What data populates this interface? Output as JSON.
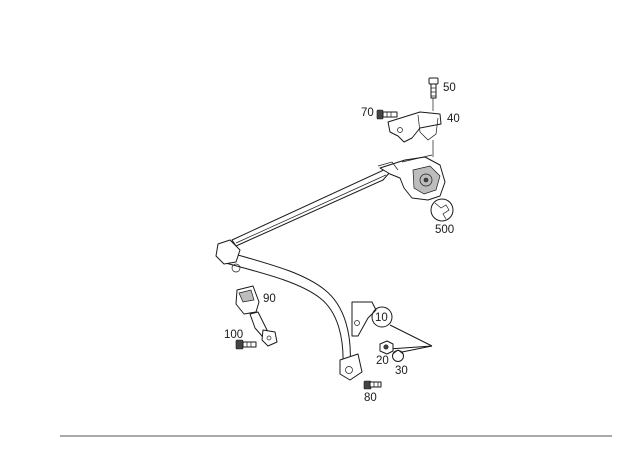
{
  "parts": {
    "p50": {
      "label": "50",
      "icon": "bolt-icon"
    },
    "p40": {
      "label": "40",
      "icon": "bracket-icon"
    },
    "p70": {
      "label": "70",
      "icon": "screw-icon"
    },
    "p500": {
      "label": "500",
      "icon": "tool-icon"
    },
    "p90": {
      "label": "90",
      "icon": "buckle-tongue-icon"
    },
    "p100": {
      "label": "100",
      "icon": "bolt-icon"
    },
    "p10": {
      "label": "10",
      "icon": "circled-callout-icon"
    },
    "p20": {
      "label": "20",
      "icon": "nut-icon"
    },
    "p30": {
      "label": "30",
      "icon": "cap-icon"
    },
    "p80": {
      "label": "80",
      "icon": "bolt-icon"
    }
  },
  "colors": {
    "line": "#1a1a1a",
    "background": "#ffffff",
    "footer_rule": "#777777"
  }
}
